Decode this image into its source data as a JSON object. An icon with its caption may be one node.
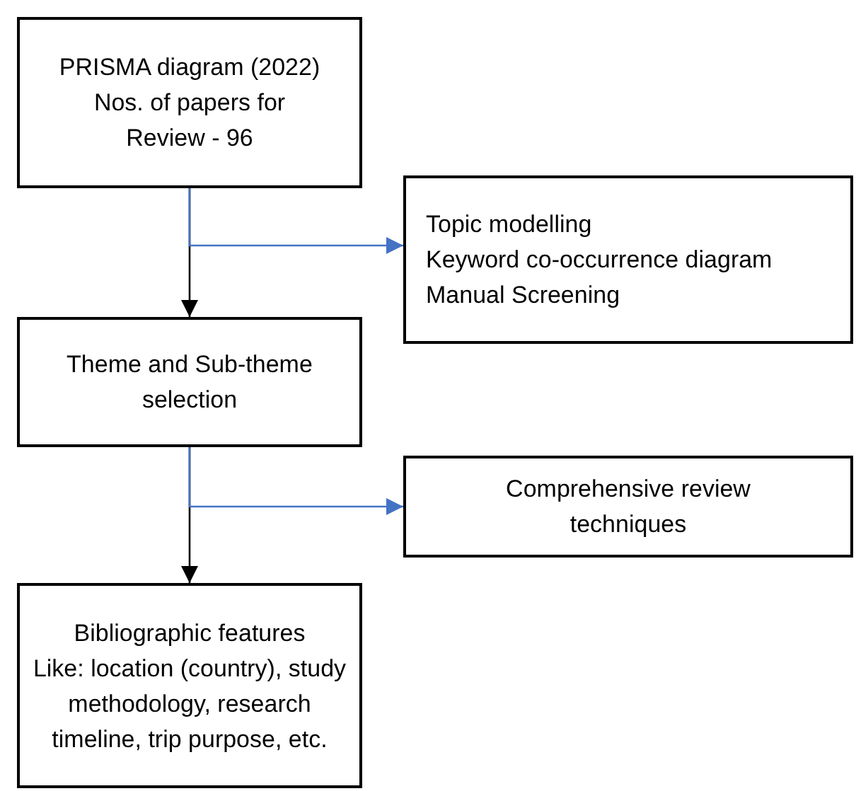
{
  "diagram": {
    "nodes": [
      {
        "text": [
          "PRISMA diagram (2022)",
          "Nos. of papers for Review - 96"
        ]
      },
      {
        "text": [
          "Topic modelling",
          "Keyword co-occurrence diagram",
          "Manual Screening"
        ]
      },
      {
        "text": [
          "Theme and Sub-theme selection"
        ]
      },
      {
        "text": [
          "Comprehensive review techniques"
        ]
      },
      {
        "text": [
          "Bibliographic features",
          "Like: location (country), study methodology, research timeline, trip purpose, etc."
        ]
      }
    ],
    "edges": [
      {
        "from": 0,
        "to": 2,
        "arrow": "to"
      },
      {
        "from": 0,
        "to": 1,
        "arrow": "to",
        "color": "#4472c4"
      },
      {
        "from": 2,
        "to": 4,
        "arrow": "to"
      },
      {
        "from": 2,
        "to": 3,
        "arrow": "to",
        "color": "#4472c4"
      }
    ]
  }
}
